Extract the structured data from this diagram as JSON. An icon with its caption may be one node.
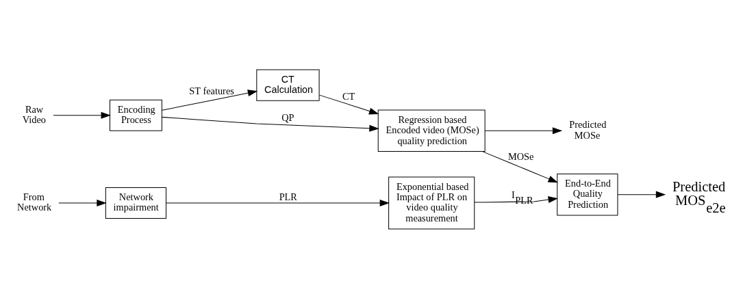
{
  "diagram": {
    "nodes": [
      {
        "text": [
          "Raw Video"
        ]
      },
      {
        "text": [
          "Encoding Process"
        ]
      },
      {
        "text": [
          "CT Calculation"
        ]
      },
      {
        "text": [
          "Regression based Encoded video (MOSe) quality prediction"
        ]
      },
      {
        "text": [
          "Predicted MOSe"
        ]
      },
      {
        "text": [
          "End-to-End Quality Prediction"
        ]
      },
      {
        "text": [
          "Predicted MOS$_{e2e}$"
        ]
      },
      {
        "text": [
          "From Network"
        ]
      },
      {
        "text": [
          "Network impairment"
        ]
      },
      {
        "text": [
          "Exponential based Impact of PLR on video quality measurement"
        ]
      }
    ],
    "edges": [
      {
        "from": 0,
        "to": 1,
        "arrow": "to"
      },
      {
        "from": 1,
        "to": 3,
        "arrow": "to",
        "label": "QP"
      },
      {
        "from": 1,
        "to": 2,
        "arrow": "to",
        "label": "ST features"
      },
      {
        "from": 2,
        "to": 3,
        "arrow": "to",
        "label": "CT"
      },
      {
        "from": 3,
        "to": 4,
        "arrow": "to"
      },
      {
        "from": 3,
        "to": 5,
        "arrow": "to",
        "label": "MOSe"
      },
      {
        "from": 9,
        "to": 5,
        "arrow": "to",
        "label": "I$_{PLR}$"
      },
      {
        "from": 5,
        "to": 6,
        "arrow": "to"
      },
      {
        "from": 7,
        "to": 8,
        "arrow": "to"
      },
      {
        "from": 8,
        "to": 9,
        "arrow": "to",
        "label": "PLR"
      }
    ]
  }
}
